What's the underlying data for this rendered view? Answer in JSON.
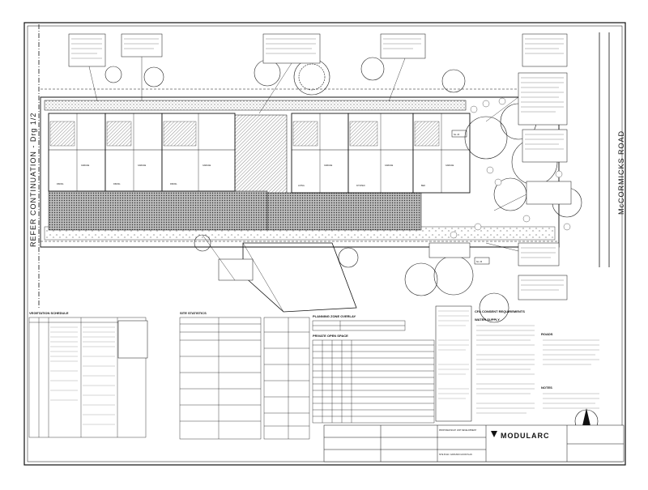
{
  "drawing": {
    "continuation_label": "REFER CONTINUATION - Drg 1/2",
    "road_label": "McCORMICKS ROAD",
    "unit_tag_a": "No. 26",
    "unit_tag_b": "No. 26",
    "garage_label": "GARAGE",
    "dining_label": "DINING",
    "living_label": "LIVING",
    "kitchen_label": "KITCHEN",
    "bed_label": "BED"
  },
  "schedules": {
    "vegetation_title": "VEGETATION SCHEDULE",
    "site_stats_title": "SITE STATISTICS",
    "planning_title": "PLANNING ZONE OVERLAY",
    "private_open_space_title": "PRIVATE OPEN SPACE",
    "cfa_title": "CFA CONSENT REQUIREMENTS",
    "water_title": "WATER SUPPLY",
    "roads_title": "ROADS",
    "notes_title": "NOTES"
  },
  "title_block": {
    "company": "MODULARC",
    "project": "PROPOSED MULTI UNIT DEVELOPMENT",
    "sheet": "SITE PLAN / GROUND FLOOR PLAN"
  }
}
